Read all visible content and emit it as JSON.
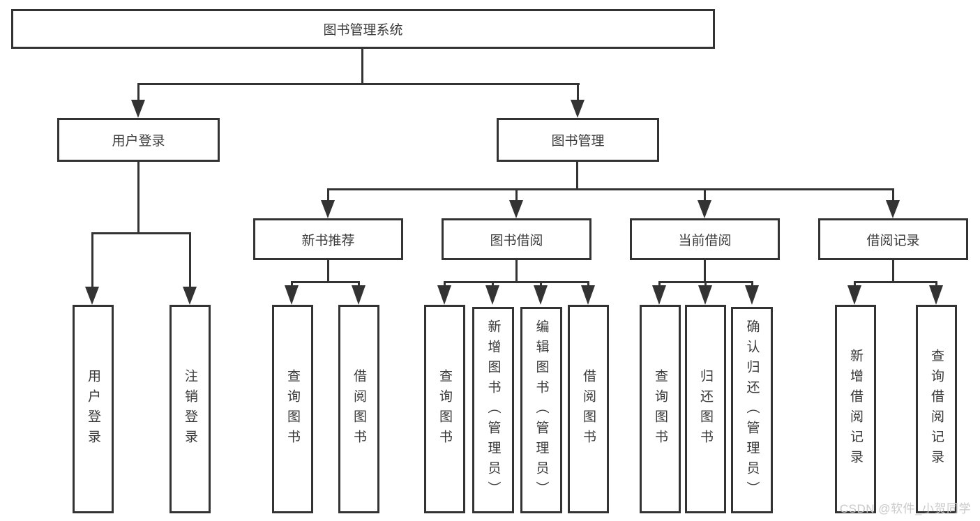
{
  "diagram": {
    "root": "图书管理系统",
    "branches": [
      "用户登录",
      "图书管理"
    ],
    "login_children": [
      "用户登录",
      "注销登录"
    ],
    "modules": [
      "新书推荐",
      "图书借阅",
      "当前借阅",
      "借阅记录"
    ],
    "new_book_children": [
      "查询图书",
      "借阅图书"
    ],
    "borrow_children": [
      "查询图书",
      "新增图书（管理员）",
      "编辑图书（管理员）",
      "借阅图书"
    ],
    "current_children": [
      "查询图书",
      "归还图书",
      "确认归还（管理员）"
    ],
    "record_children": [
      "新增借阅记录",
      "查询借阅记录"
    ]
  },
  "watermark": {
    "text": "CSDN @软件_小贺同学"
  },
  "colors": {
    "line": "#333333",
    "text": "#3a3a3a",
    "background": "#ffffff",
    "watermark": "#c9c9c9"
  }
}
